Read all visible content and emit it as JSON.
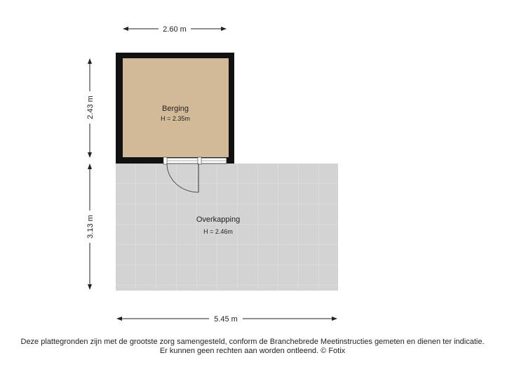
{
  "dimensions": {
    "top_width": "2.60 m",
    "bottom_width": "5.45 m",
    "left_upper": "2.43 m",
    "left_lower": "3.13 m"
  },
  "rooms": [
    {
      "name": "Berging",
      "height": "H = 2.35m",
      "fill": "#d2b997"
    },
    {
      "name": "Overkapping",
      "height": "H = 2.46m",
      "fill": "#d3d3d3"
    }
  ],
  "colors": {
    "wall": "#111111",
    "tile_grid": "#e4e4e4",
    "dimension_line": "#222222"
  },
  "disclaimer": {
    "line1": "Deze plattegronden zijn met de grootste zorg samengesteld, conform de Branchebrede Meetinstructies gemeten en dienen ter indicatie.",
    "line2": "Er kunnen geen rechten aan worden ontleend. © Fotix"
  }
}
